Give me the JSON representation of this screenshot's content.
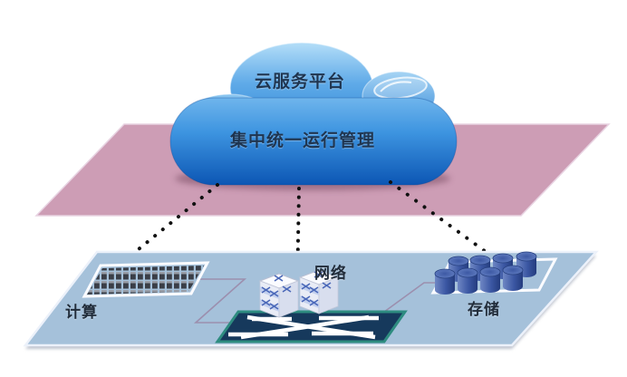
{
  "cloud": {
    "title": "云服务平台",
    "subtitle": "集中统一运行管理"
  },
  "nodes": {
    "compute": {
      "label": "计算",
      "icon": "server-rack-icon"
    },
    "network": {
      "label": "网络",
      "icon": "network-switch-icon"
    },
    "storage": {
      "label": "存储",
      "icon": "storage-cylinders-icon"
    }
  },
  "links": [
    {
      "from": "cloud",
      "to": "compute",
      "style": "dotted"
    },
    {
      "from": "cloud",
      "to": "network",
      "style": "dotted"
    },
    {
      "from": "cloud",
      "to": "storage",
      "style": "dotted"
    },
    {
      "from": "compute",
      "to": "network",
      "style": "thin-line"
    },
    {
      "from": "network",
      "to": "storage",
      "style": "thin-line"
    }
  ],
  "colors": {
    "cloud_top": "#B4DEF8",
    "cloud_bottom": "#0C56B4",
    "management_plane_pink": "#CD9DB5",
    "resource_plane_blue": "#A5C1DA",
    "switch_platform_fill": "#16395C",
    "switch_platform_border": "#2E8C80",
    "storage_cylinder_blue": "#3B57A3",
    "server_cube_dark": "#3A3E47",
    "connector_purple": "#9C8FAE",
    "dotted_link_black": "#111111",
    "text_navy": "#1F3550"
  }
}
